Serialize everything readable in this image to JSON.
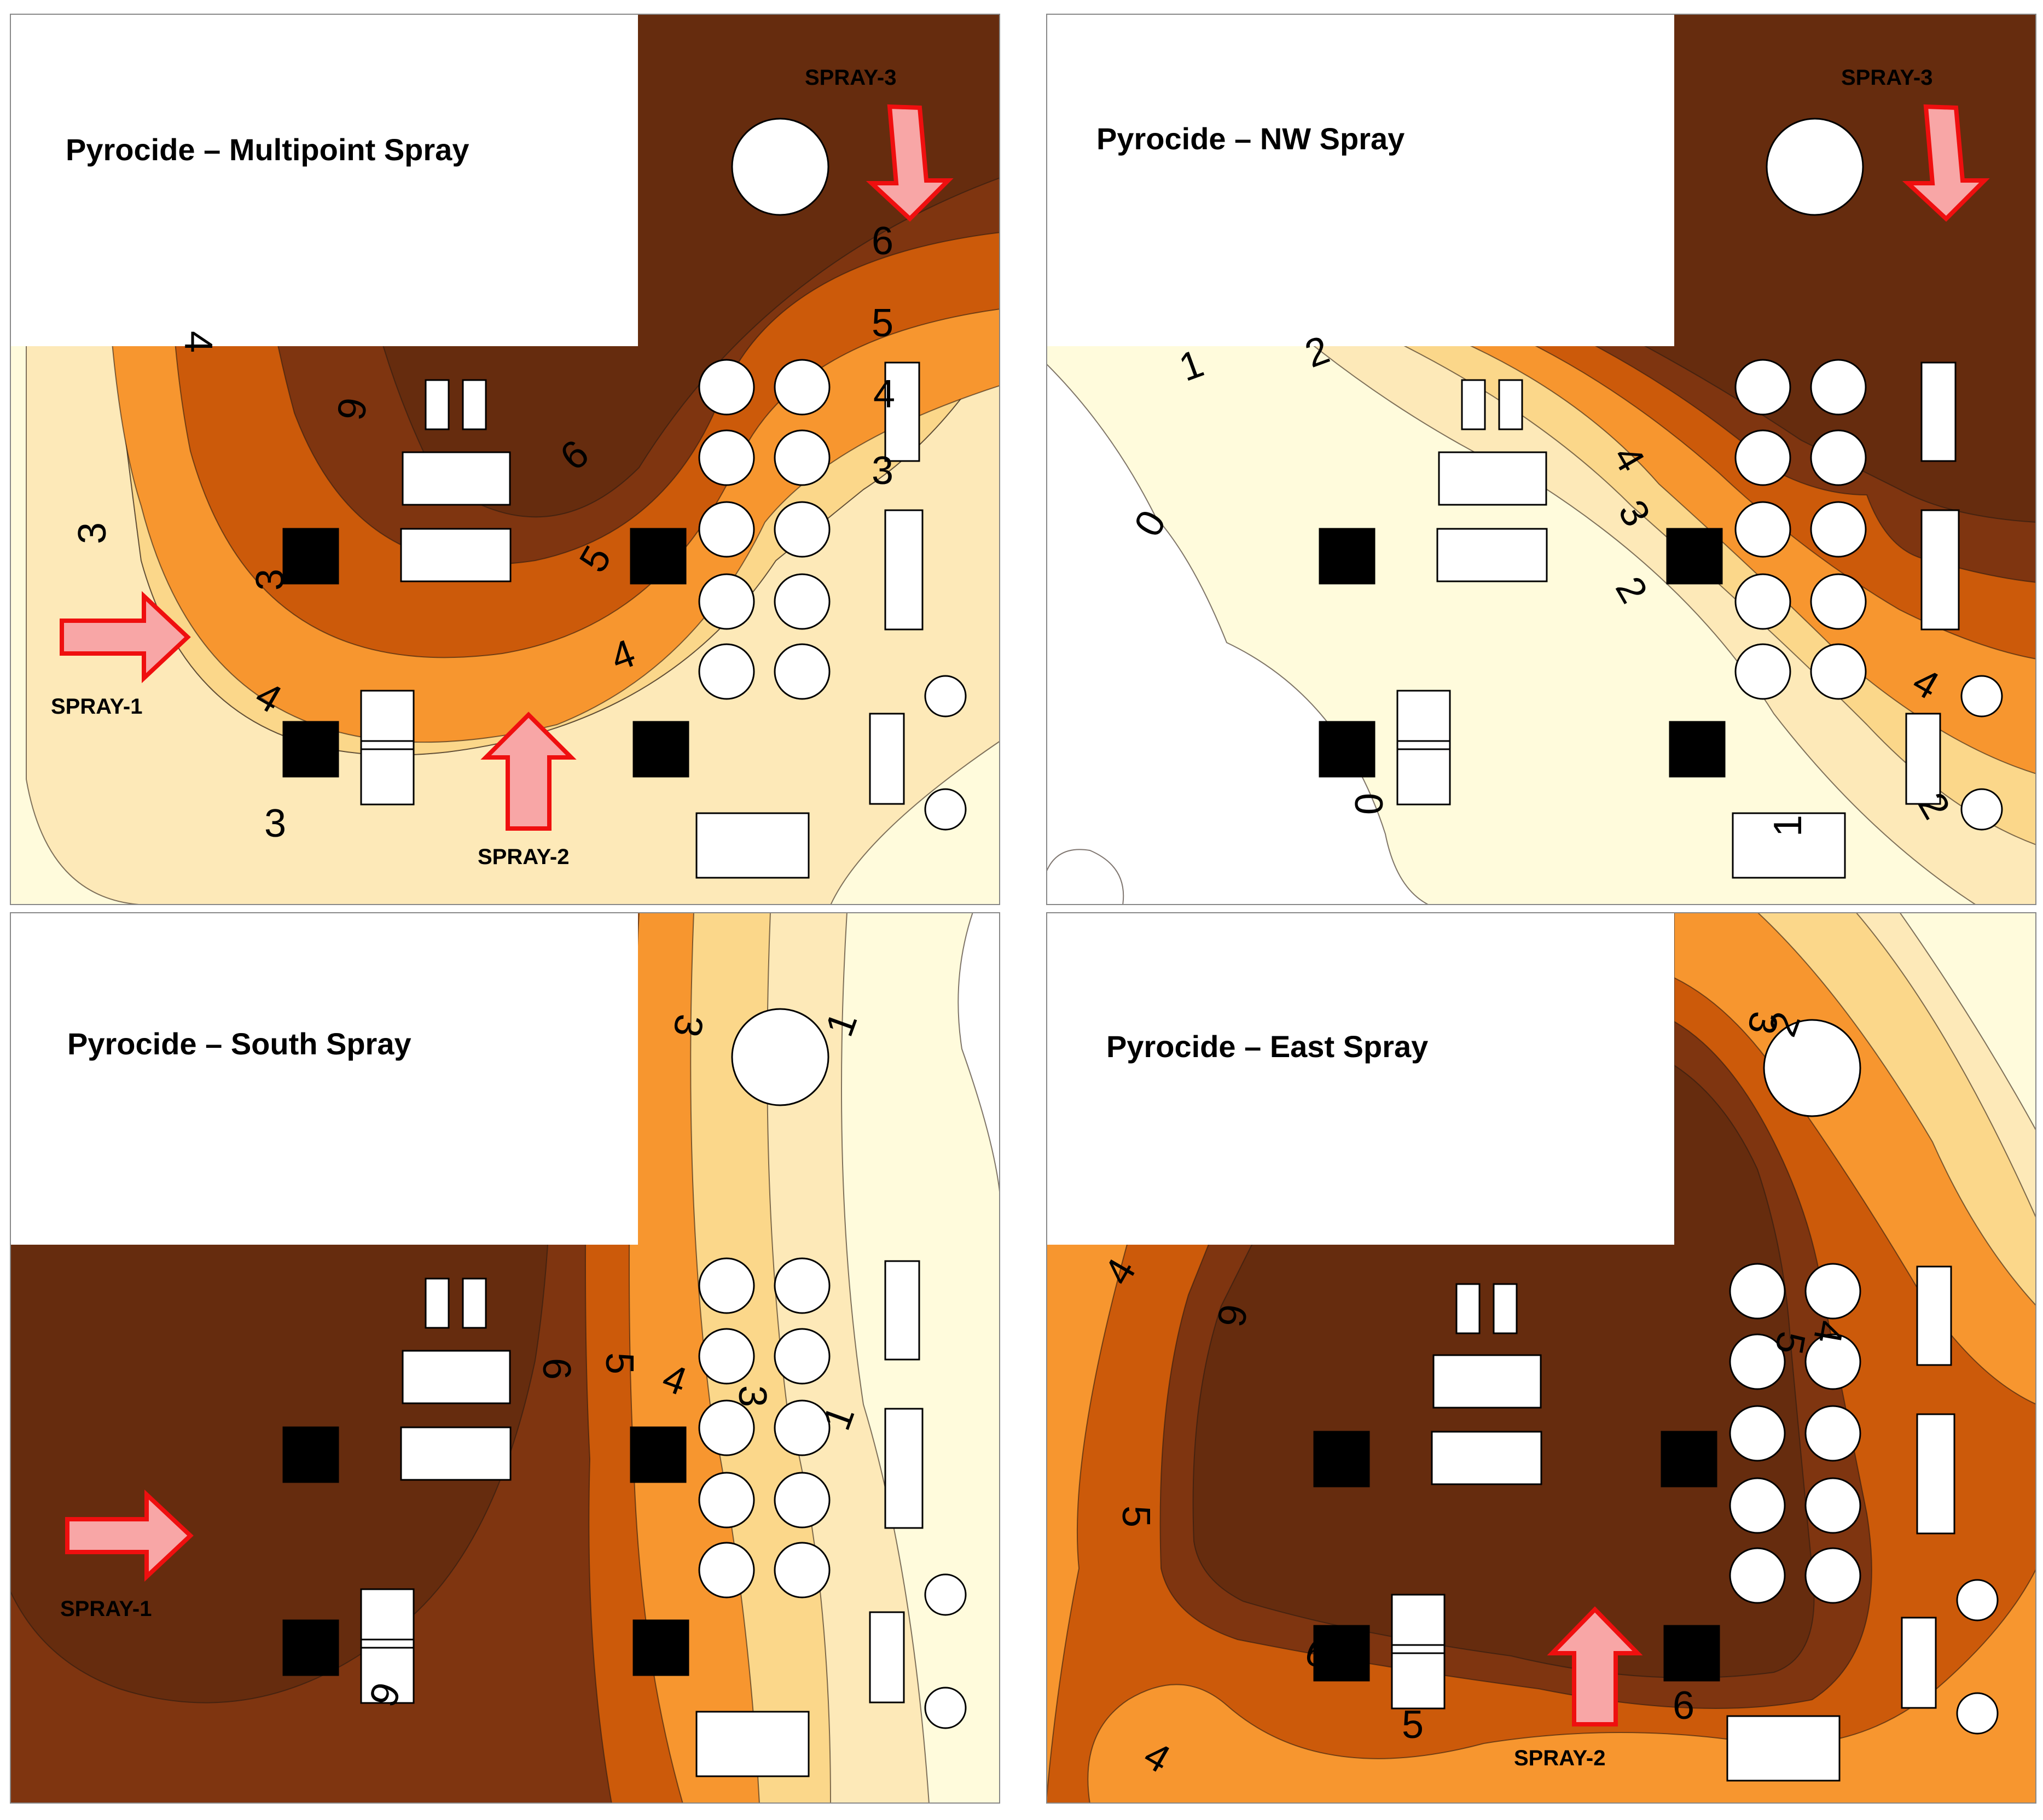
{
  "colors": {
    "level_0": "#ffffff",
    "level_1": "#fffbdc",
    "level_2": "#fde9b8",
    "level_3": "#fbd78a",
    "level_4": "#f7962f",
    "level_5": "#cc5a0a",
    "level_6": "#7f3510",
    "level_7": "#662c0e",
    "arrow_fill": "#f8a6a6",
    "arrow_stroke": "#ef0f0f",
    "obstacle_light": "#ffffff",
    "obstacle_dark": "#000000"
  },
  "panels": [
    {
      "title": "Pyrocide – Multipoint Spray",
      "sprays": [
        {
          "label": "SPRAY-1",
          "icon": "arrow-right-icon"
        },
        {
          "label": "SPRAY-2",
          "icon": "arrow-up-icon"
        },
        {
          "label": "SPRAY-3",
          "icon": "arrow-down-icon"
        }
      ],
      "contour_labels": [
        "6",
        "5",
        "4",
        "3",
        "4",
        "6",
        "6",
        "5",
        "4",
        "4",
        "3",
        "3",
        "3"
      ]
    },
    {
      "title": "Pyrocide – NW Spray",
      "sprays": [
        {
          "label": "SPRAY-3",
          "icon": "arrow-down-icon"
        }
      ],
      "contour_labels": [
        "1",
        "2",
        "0",
        "4",
        "3",
        "2",
        "4",
        "0",
        "1",
        "2"
      ]
    },
    {
      "title": "Pyrocide – South Spray",
      "sprays": [
        {
          "label": "SPRAY-1",
          "icon": "arrow-right-icon"
        }
      ],
      "contour_labels": [
        "3",
        "1",
        "6",
        "5",
        "4",
        "3",
        "1",
        "6"
      ]
    },
    {
      "title": "Pyrocide – East Spray",
      "sprays": [
        {
          "label": "SPRAY-2",
          "icon": "arrow-up-icon"
        }
      ],
      "contour_labels": [
        "3",
        "2",
        "4",
        "6",
        "5",
        "4",
        "5",
        "6",
        "4",
        "5",
        "6"
      ]
    }
  ]
}
